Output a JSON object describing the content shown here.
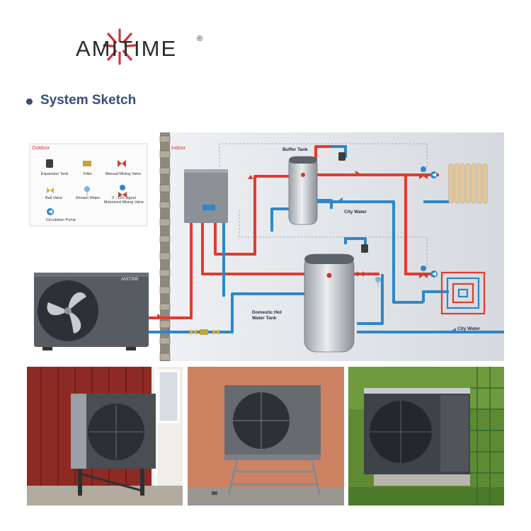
{
  "brand": {
    "name": "AMITIME",
    "reg": "®"
  },
  "section": {
    "title": "System Sketch"
  },
  "diagram": {
    "outdoor_label": "Outdoor",
    "indoor_label": "Indoor",
    "legend": [
      {
        "label": "Expansion Tank",
        "icon": "expansion-tank-icon"
      },
      {
        "label": "Filter",
        "icon": "filter-icon"
      },
      {
        "label": "Manual Mixing Valve",
        "icon": "manual-mixing-valve-icon"
      },
      {
        "label": "Ball Valve",
        "icon": "ball-valve-icon"
      },
      {
        "label": "Shower Water",
        "icon": "shower-icon"
      },
      {
        "label": "0 - 12V signal Motorized Mixing Valve",
        "icon": "motorized-mixing-valve-icon"
      },
      {
        "label": "Circulation Pump",
        "icon": "circulation-pump-icon"
      }
    ],
    "unit_brand": "AMITIME",
    "buffer_tank_label": "Buffer Tank",
    "dhw_tank_label": "Domestic Hot Water Tank",
    "city_water_top": "City Water",
    "city_water_bottom": "City Water",
    "colors": {
      "hot": "#e23b2e",
      "cold": "#2f86c8",
      "accent": "#3a4d7a",
      "logo": "#d2343b"
    }
  },
  "photos": [
    {
      "name": "heat-pump-photo-red-wall"
    },
    {
      "name": "heat-pump-photo-on-stand"
    },
    {
      "name": "heat-pump-photo-garden"
    }
  ]
}
